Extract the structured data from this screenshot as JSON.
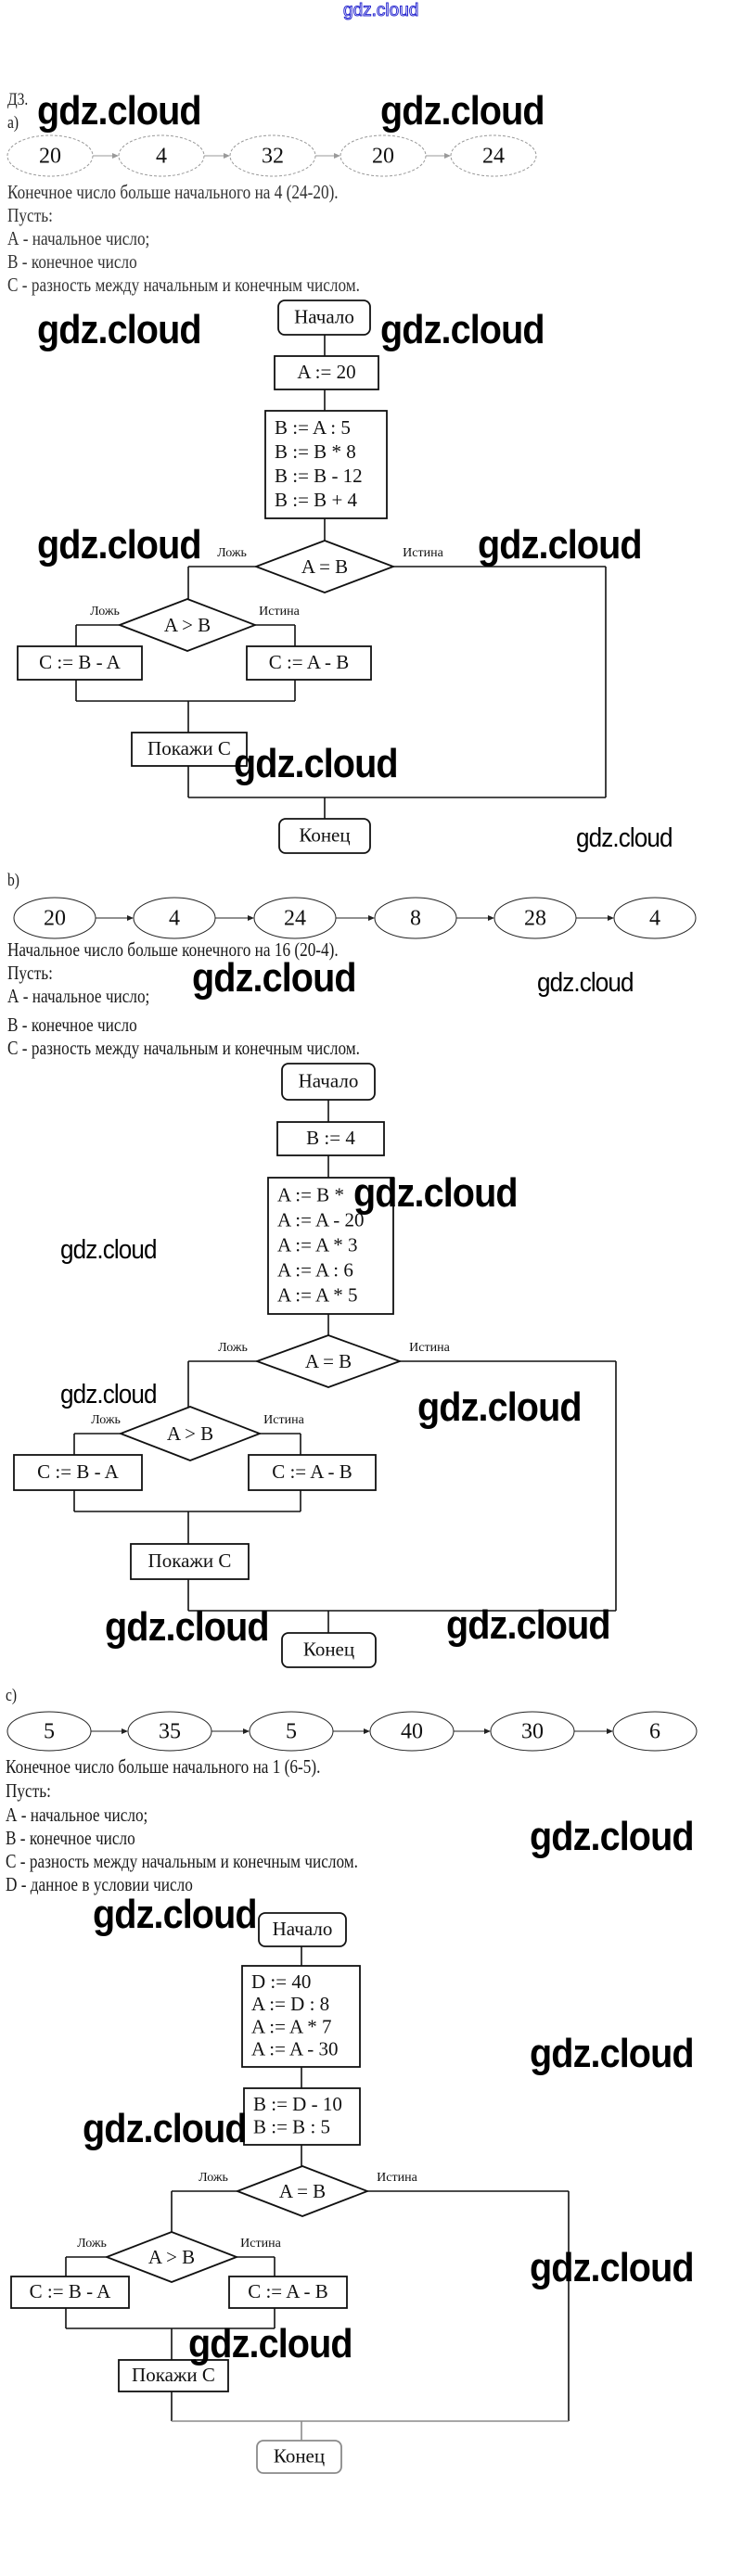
{
  "header": {
    "site_link": "gdz.cloud"
  },
  "task_label": "Д3.",
  "watermark_text": "gdz.cloud",
  "parts": [
    {
      "label": "а)",
      "chain": [
        "20",
        "4",
        "32",
        "20",
        "24"
      ],
      "chain_faded": true,
      "statement": "Конечное число больше начального на 4 (24-20).",
      "let_label": "Пусть:",
      "definitions": [
        "А - начальное число;",
        "В - конечное число",
        "С - разность между начальным и конечным числом."
      ],
      "flowchart": {
        "start": "Начало",
        "blocks": [
          [
            "A := 20"
          ],
          [
            "B := A : 5",
            "B := B * 8",
            "B := B - 12",
            "B := B + 4"
          ]
        ],
        "condition1": "A = B",
        "condition2": "A > B",
        "false_label": "Ложь",
        "true_label": "Истина",
        "false_action": "C := B - A",
        "true_action": "C := A - B",
        "output": "Покажи С",
        "end": "Конец"
      }
    },
    {
      "label": "b)",
      "chain": [
        "20",
        "4",
        "24",
        "8",
        "28",
        "4"
      ],
      "chain_faded": false,
      "statement": "Начальное число больше конечного на 16 (20-4).",
      "let_label": "Пусть:",
      "definitions": [
        "А - начальное число;",
        "В - конечное число",
        "С - разность между начальным и конечным числом."
      ],
      "flowchart": {
        "start": "Начало",
        "blocks": [
          [
            "B := 4"
          ],
          [
            "A := B *",
            "A := A - 20",
            "A := A * 3",
            "A := A : 6",
            "A := A * 5"
          ]
        ],
        "condition1": "A = B",
        "condition2": "A > B",
        "false_label": "Ложь",
        "true_label": "Истина",
        "false_action": "C := B - A",
        "true_action": "C := A - B",
        "output": "Покажи С",
        "end": "Конец"
      }
    },
    {
      "label": "c)",
      "chain": [
        "5",
        "35",
        "5",
        "40",
        "30",
        "6"
      ],
      "chain_faded": false,
      "statement": "Конечное число больше начального на 1 (6-5).",
      "let_label": "Пусть:",
      "definitions": [
        "А - начальное число;",
        "В - конечное число",
        "С - разность между начальным и конечным числом.",
        "D - данное в условии число"
      ],
      "flowchart": {
        "start": "Начало",
        "blocks": [
          [
            "D := 40",
            "A := D : 8",
            "A := A * 7",
            "A := A - 30"
          ],
          [
            "B := D - 10",
            "B := B : 5"
          ]
        ],
        "condition1": "A = B",
        "condition2": "A > B",
        "false_label": "Ложь",
        "true_label": "Истина",
        "false_action": "C := B - A",
        "true_action": "C := A - B",
        "output": "Покажи С",
        "end": "Конец"
      }
    }
  ]
}
